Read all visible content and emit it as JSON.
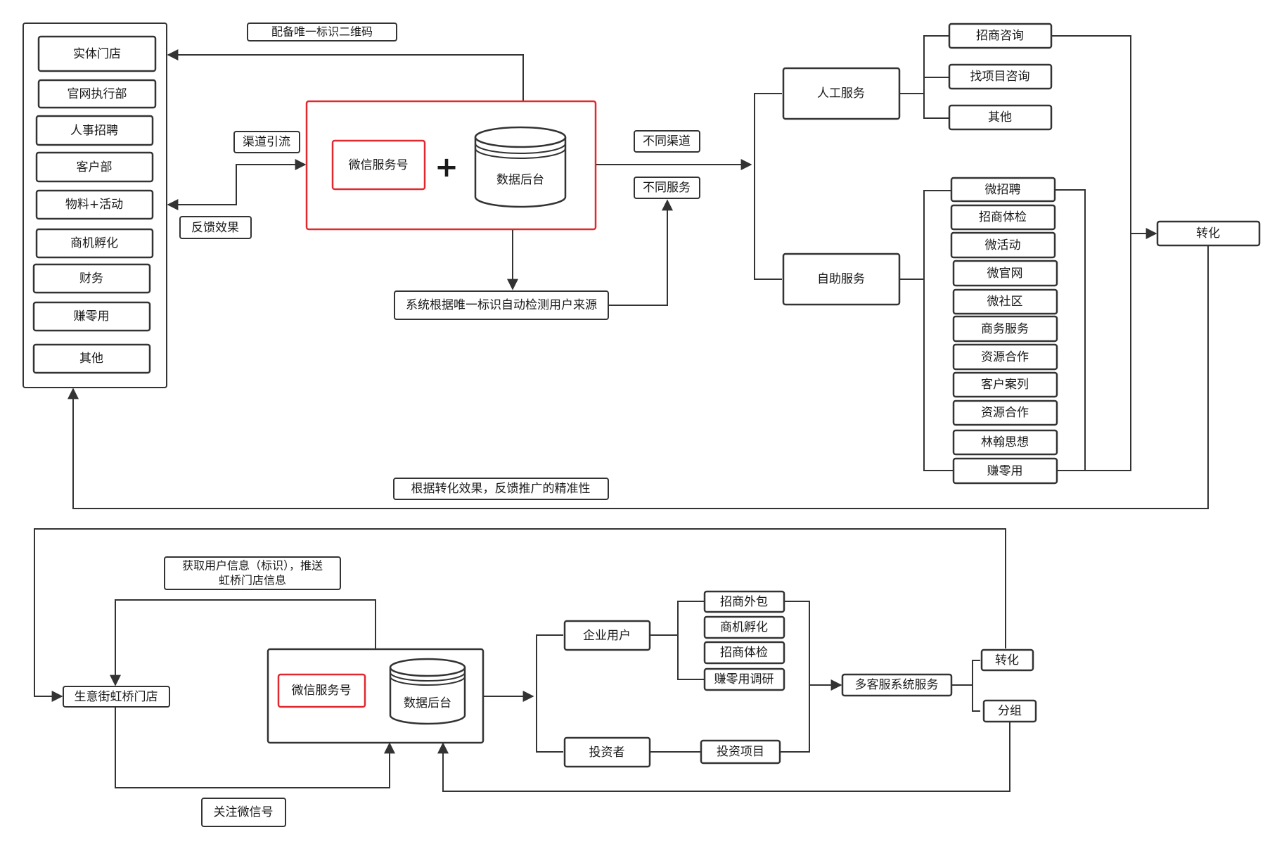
{
  "colors": {
    "stroke": "#333333",
    "highlight": "#e0282e",
    "text": "#1a1a1a"
  },
  "top": {
    "channels": [
      "实体门店",
      "官网执行部",
      "人事招聘",
      "客户部",
      "物料+活动",
      "商机孵化",
      "财务",
      "赚零用",
      "其他"
    ],
    "qr_label": "配备唯一标识二维码",
    "channel_flow_label": "渠道引流",
    "feedback_label": "反馈效果",
    "wechat_service": "微信服务号",
    "plus": "+",
    "data_backend": "数据后台",
    "detect_label": "系统根据唯一标识自动检测用户来源",
    "diff_channel": "不同渠道",
    "diff_service": "不同服务",
    "manual_service": "人工服务",
    "manual_items": [
      "招商咨询",
      "找项目咨询",
      "其他"
    ],
    "self_service": "自助服务",
    "self_items": [
      "微招聘",
      "招商体检",
      "微活动",
      "微官网",
      "微社区",
      "商务服务",
      "资源合作",
      "客户案列",
      "资源合作",
      "林翰思想",
      "赚零用"
    ],
    "convert": "转化",
    "feedback_bottom": "根据转化效果，反馈推广的精准性"
  },
  "bottom": {
    "get_info_line1": "获取用户信息（标识），推送",
    "get_info_line2": "虹桥门店信息",
    "store": "生意街虹桥门店",
    "follow": "关注微信号",
    "wechat_service": "微信服务号",
    "data_backend": "数据后台",
    "enterprise_user": "企业用户",
    "enterprise_items": [
      "招商外包",
      "商机孵化",
      "招商体检",
      "赚零用调研"
    ],
    "investor": "投资者",
    "invest_project": "投资项目",
    "multi_service": "多客服系统服务",
    "convert": "转化",
    "group": "分组"
  }
}
